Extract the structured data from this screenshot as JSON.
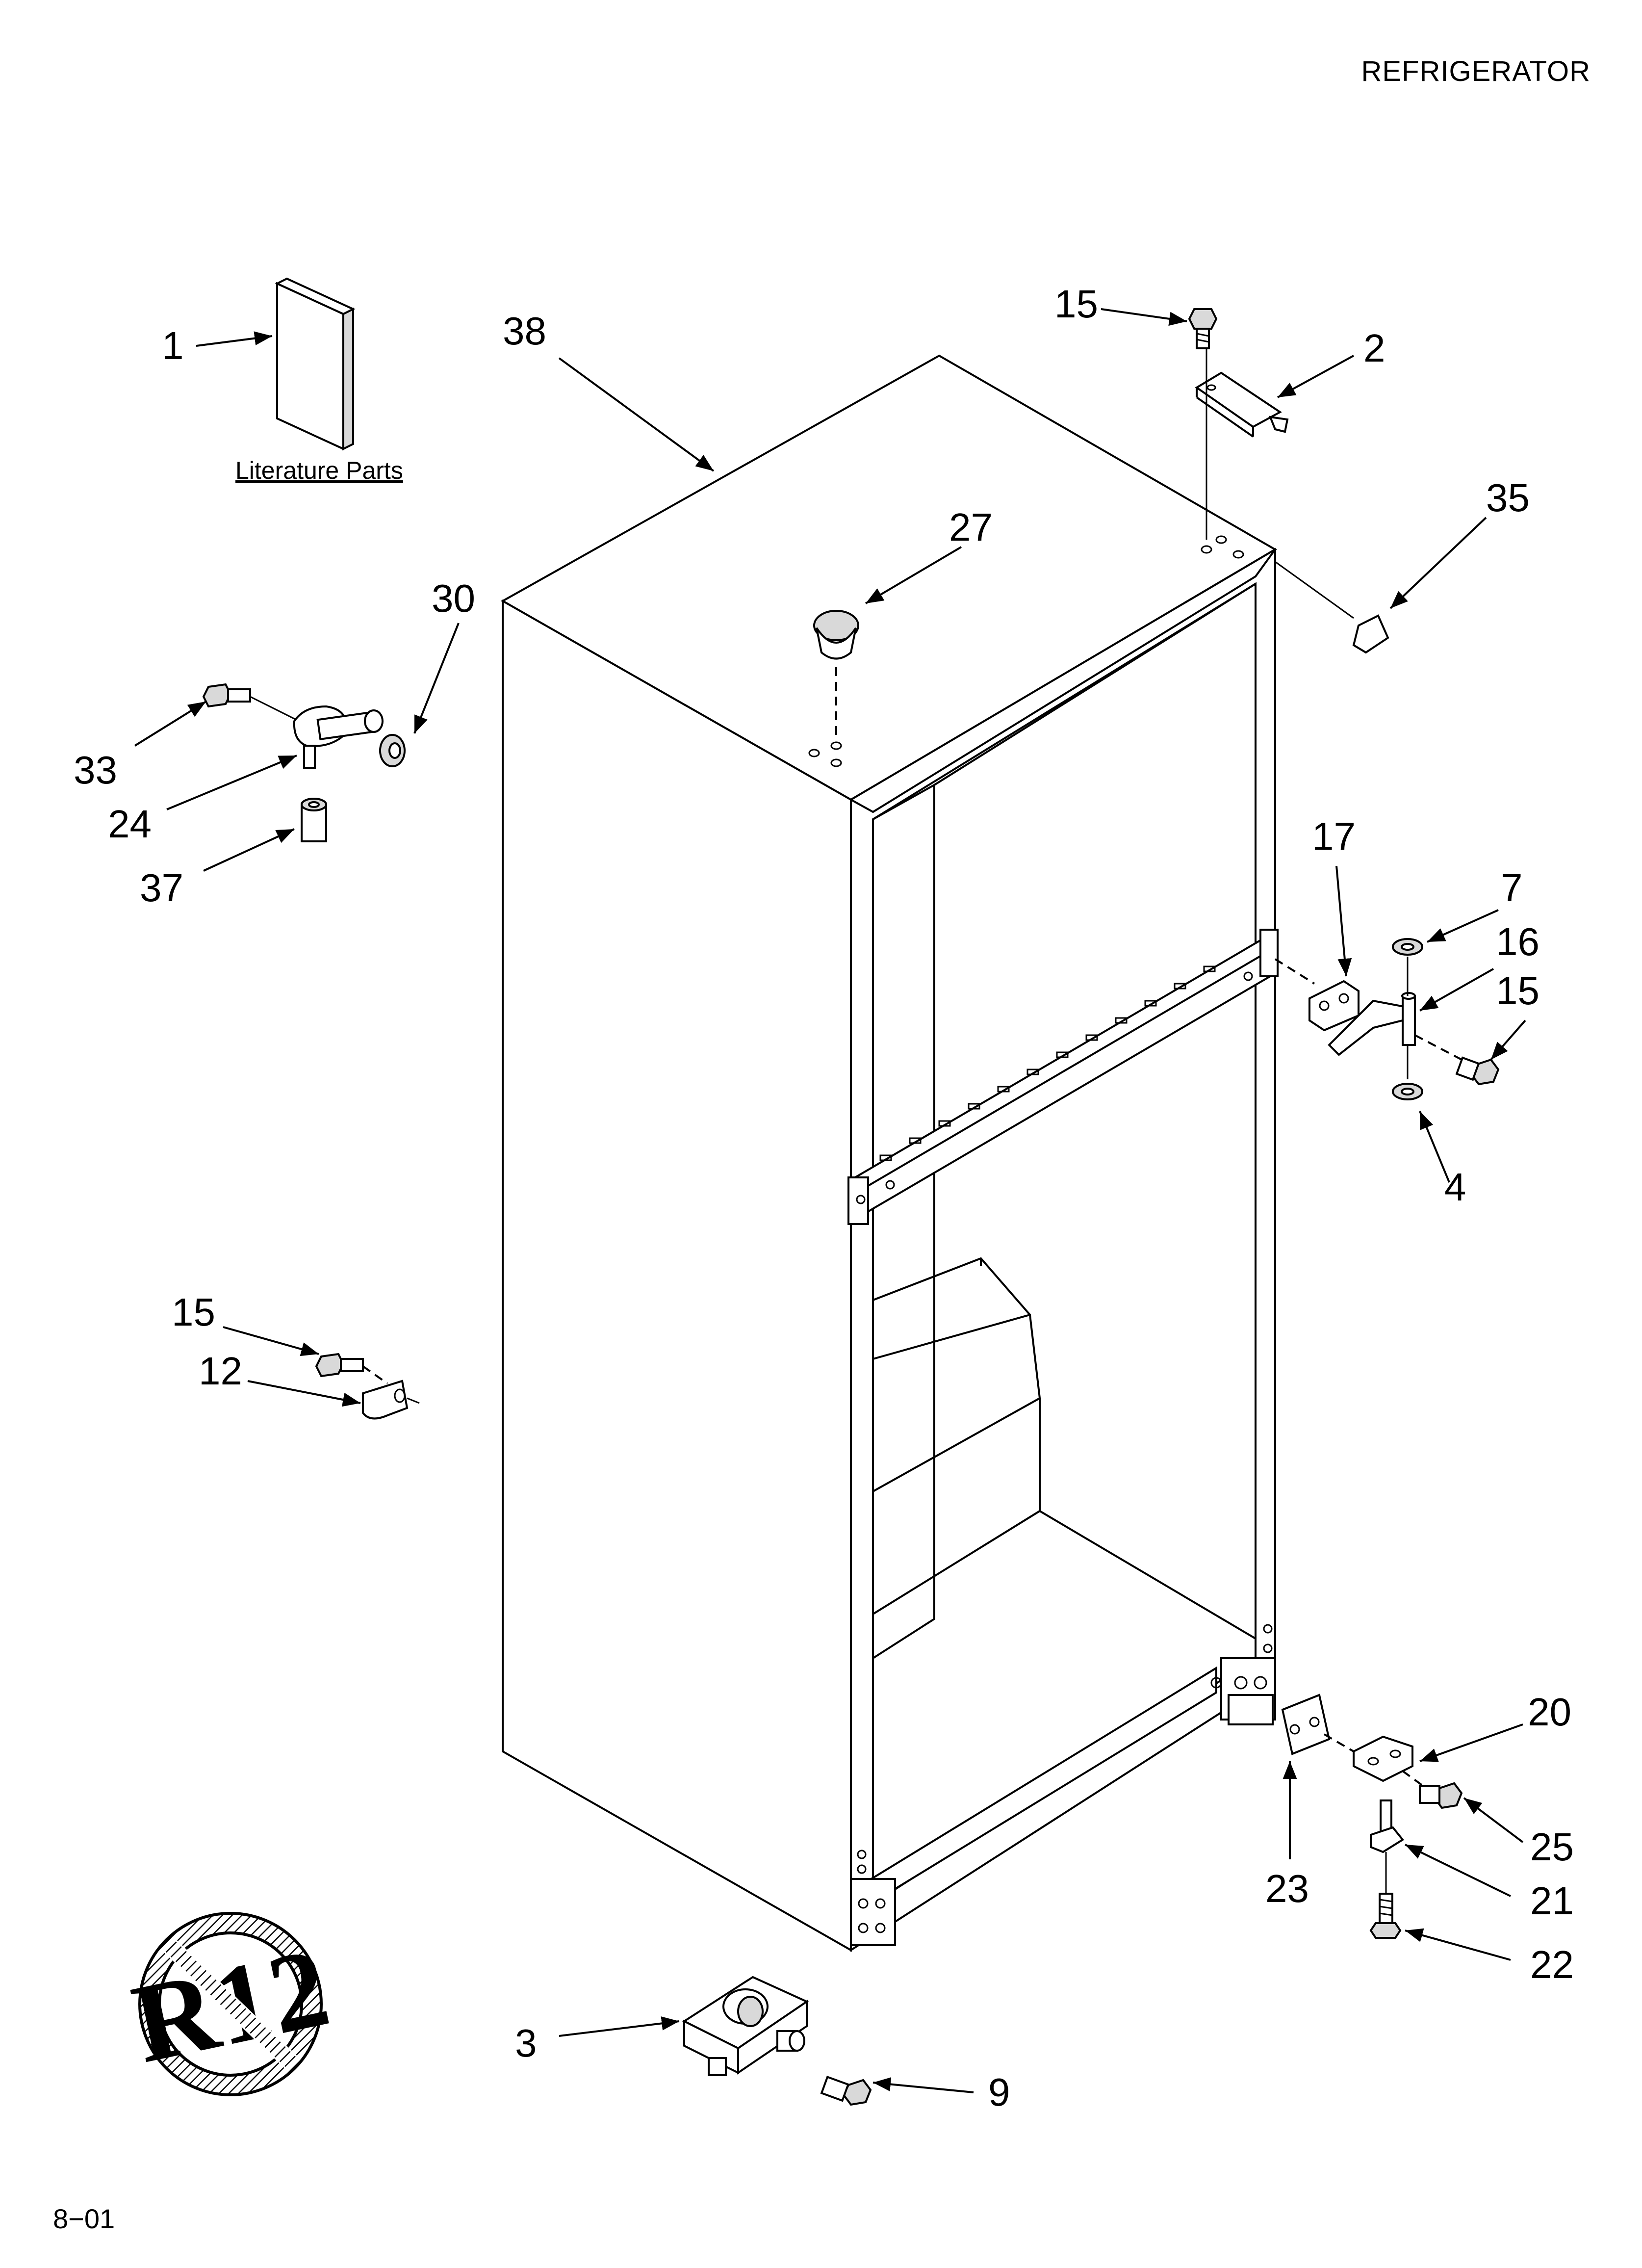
{
  "header": {
    "title": "REFRIGERATOR"
  },
  "footer": {
    "code": "8−01"
  },
  "literature": {
    "caption": "Literature Parts"
  },
  "callouts": {
    "c1": "1",
    "c2": "2",
    "c3": "3",
    "c4": "4",
    "c7": "7",
    "c9": "9",
    "c12": "12",
    "c15a": "15",
    "c15b": "15",
    "c15c": "15",
    "c16": "16",
    "c17": "17",
    "c20": "20",
    "c21": "21",
    "c22": "22",
    "c23": "23",
    "c24": "24",
    "c25": "25",
    "c27": "27",
    "c30": "30",
    "c33": "33",
    "c35": "35",
    "c37": "37",
    "c38": "38"
  },
  "badge": {
    "symbol": "R12"
  }
}
